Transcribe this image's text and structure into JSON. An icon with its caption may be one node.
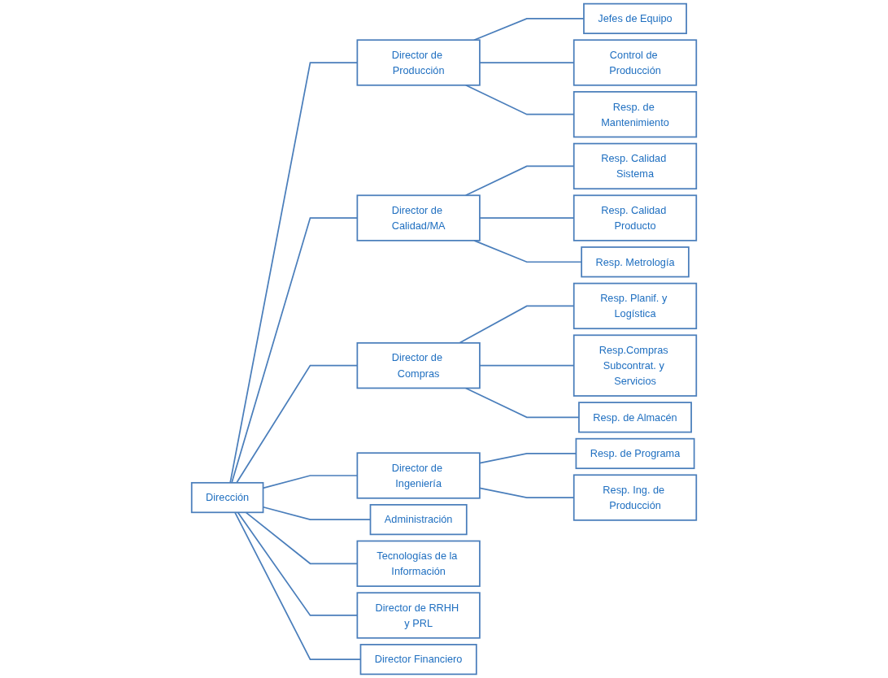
{
  "diagram": {
    "nodes": [
      {
        "text": [
          "Dirección"
        ]
      },
      {
        "text": [
          "Administración"
        ]
      },
      {
        "text": [
          "Tecnologías de la Información"
        ]
      },
      {
        "text": [
          "Director de RRHH y PRL"
        ]
      },
      {
        "text": [
          "Director Financiero"
        ]
      },
      {
        "text": [
          "Director de Producción"
        ]
      },
      {
        "text": [
          "Director de Calidad/MA"
        ]
      },
      {
        "text": [
          "Director de Compras"
        ]
      },
      {
        "text": [
          "Director de Ingeniería"
        ]
      },
      {
        "text": [
          "Jefes de Equipo"
        ]
      },
      {
        "text": [
          "Control de Producción"
        ]
      },
      {
        "text": [
          "Resp. de Mantenimiento"
        ]
      },
      {
        "text": [
          "Resp. Calidad Sistema"
        ]
      },
      {
        "text": [
          "Resp. Calidad Producto"
        ]
      },
      {
        "text": [
          "Resp. Metrología"
        ]
      },
      {
        "text": [
          "Resp. Planif. y Logística"
        ]
      },
      {
        "text": [
          "Resp.Compras Subcontrat. y Servicios"
        ]
      },
      {
        "text": [
          "Resp. de Almacén"
        ]
      },
      {
        "text": [
          "Resp. de Programa"
        ]
      },
      {
        "text": [
          "Resp. Ing. de Producción"
        ]
      }
    ],
    "edges": [
      {
        "from": 0,
        "to": 1,
        "arrow": "none"
      },
      {
        "from": 0,
        "to": 2,
        "arrow": "none"
      },
      {
        "from": 0,
        "to": 3,
        "arrow": "none"
      },
      {
        "from": 0,
        "to": 4,
        "arrow": "none"
      },
      {
        "from": 0,
        "to": 5,
        "arrow": "none"
      },
      {
        "from": 0,
        "to": 6,
        "arrow": "none"
      },
      {
        "from": 0,
        "to": 7,
        "arrow": "none"
      },
      {
        "from": 0,
        "to": 8,
        "arrow": "none"
      },
      {
        "from": 5,
        "to": 9,
        "arrow": "none"
      },
      {
        "from": 5,
        "to": 10,
        "arrow": "none"
      },
      {
        "from": 5,
        "to": 11,
        "arrow": "none"
      },
      {
        "from": 6,
        "to": 12,
        "arrow": "none"
      },
      {
        "from": 6,
        "to": 13,
        "arrow": "none"
      },
      {
        "from": 6,
        "to": 14,
        "arrow": "none"
      },
      {
        "from": 7,
        "to": 15,
        "arrow": "none"
      },
      {
        "from": 7,
        "to": 16,
        "arrow": "none"
      },
      {
        "from": 7,
        "to": 17,
        "arrow": "none"
      },
      {
        "from": 8,
        "to": 18,
        "arrow": "none"
      },
      {
        "from": 8,
        "to": 19,
        "arrow": "none"
      }
    ]
  }
}
